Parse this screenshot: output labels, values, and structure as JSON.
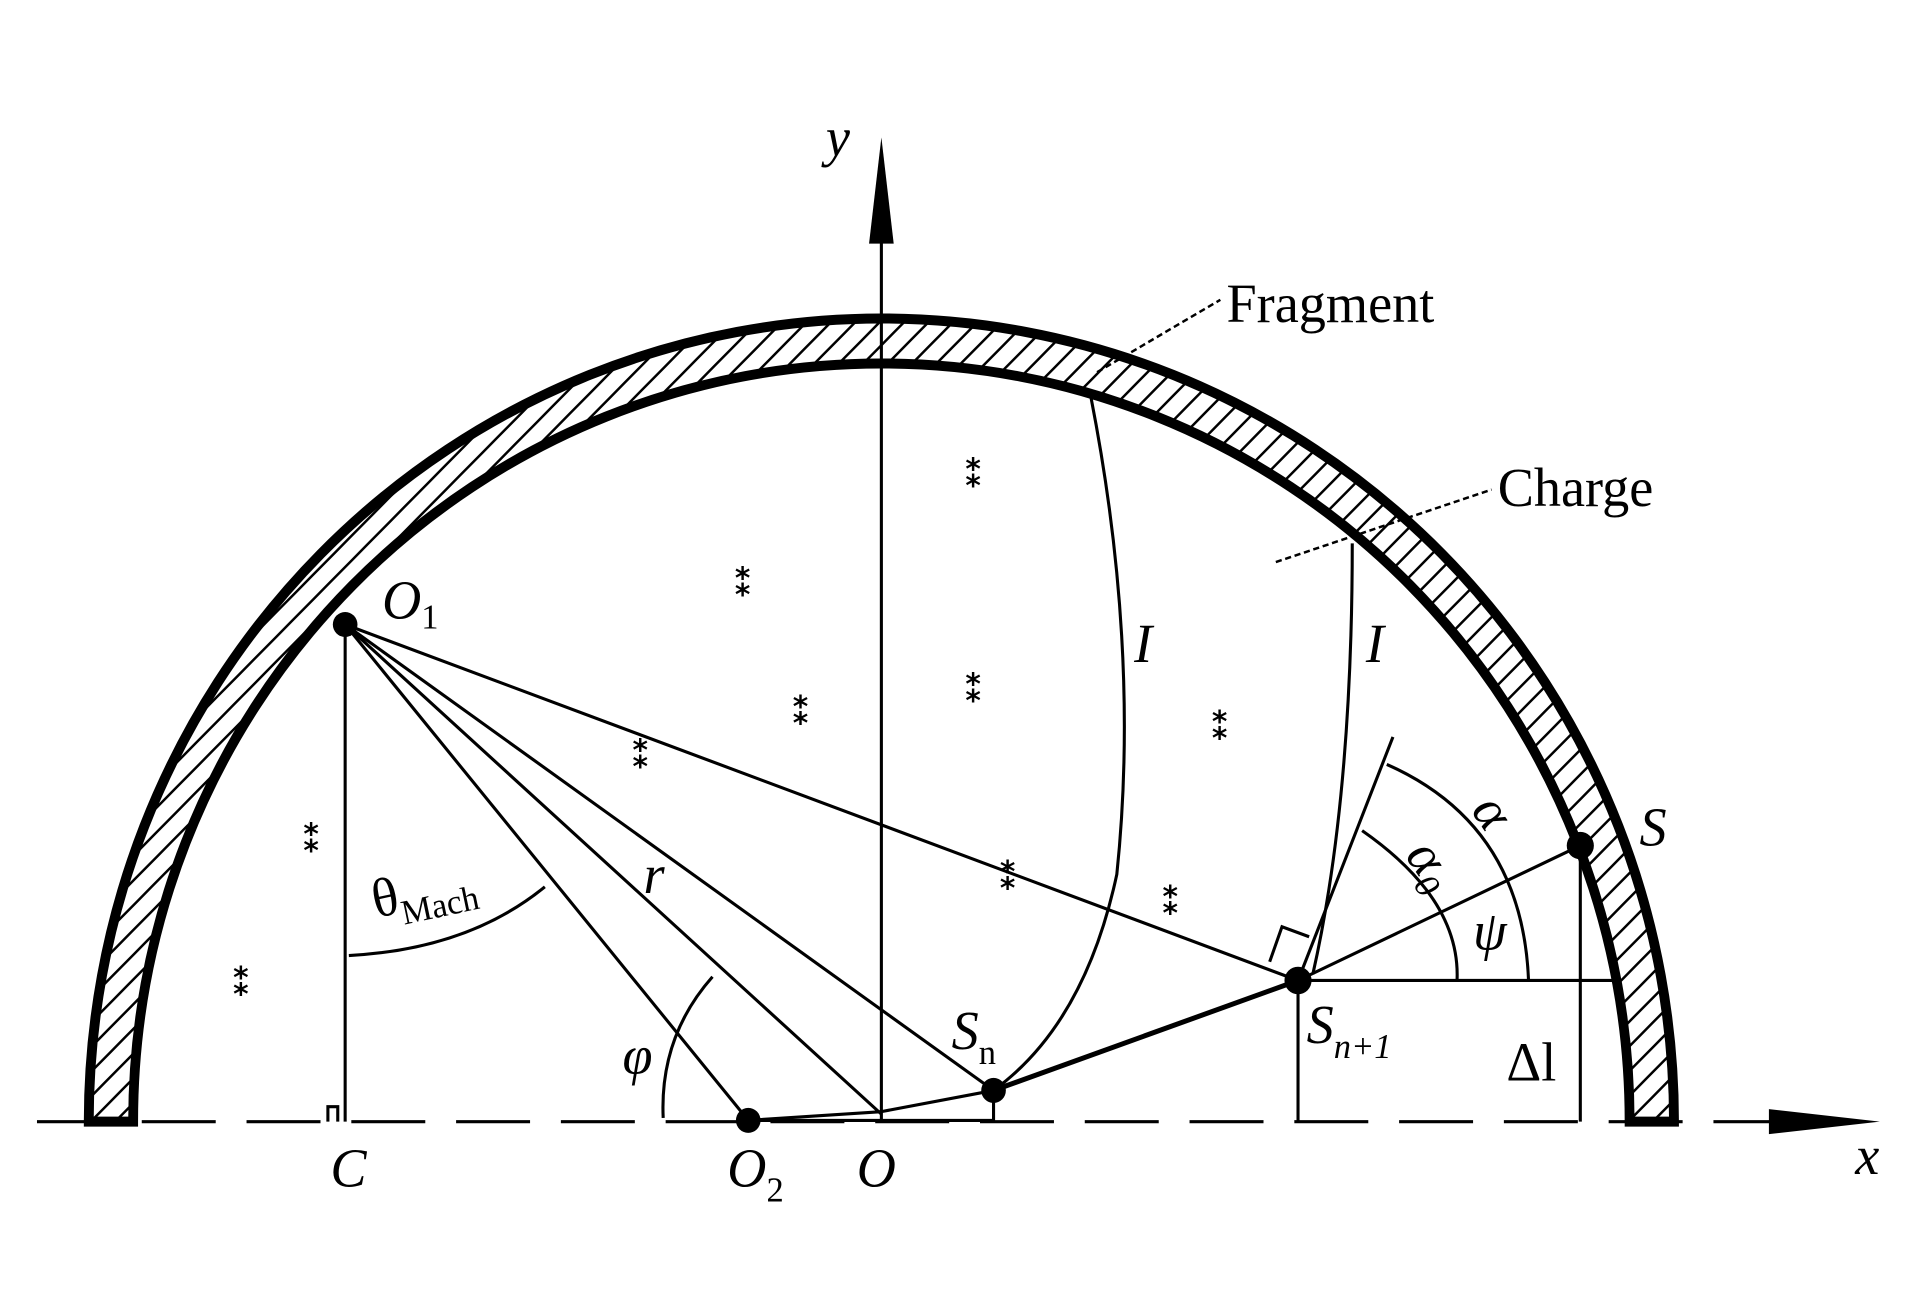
{
  "title": "Fragment and charge geometry diagram",
  "labels": {
    "y_axis": "y",
    "x_axis": "x",
    "fragment": "Fragment",
    "charge": "Charge",
    "O1": {
      "main": "O",
      "sub": "1"
    },
    "O2": {
      "main": "O",
      "sub": "2"
    },
    "O": "O",
    "C": "C",
    "Sn": {
      "main": "S",
      "sub": "n"
    },
    "Sn1": {
      "main": "S",
      "sub": "n+1"
    },
    "S": "S",
    "r": "r",
    "phi": "φ",
    "theta_mach": {
      "main": "θ",
      "sub": "Mach"
    },
    "alpha": "α",
    "alpha0": {
      "main": "α",
      "sub": "0"
    },
    "psi": "ψ",
    "delta_l": "Δl",
    "front_I_1": "I",
    "front_I_2": "I"
  },
  "marker_symbol": "⁑",
  "colors": {
    "ink": "#000000",
    "background": "#ffffff"
  }
}
